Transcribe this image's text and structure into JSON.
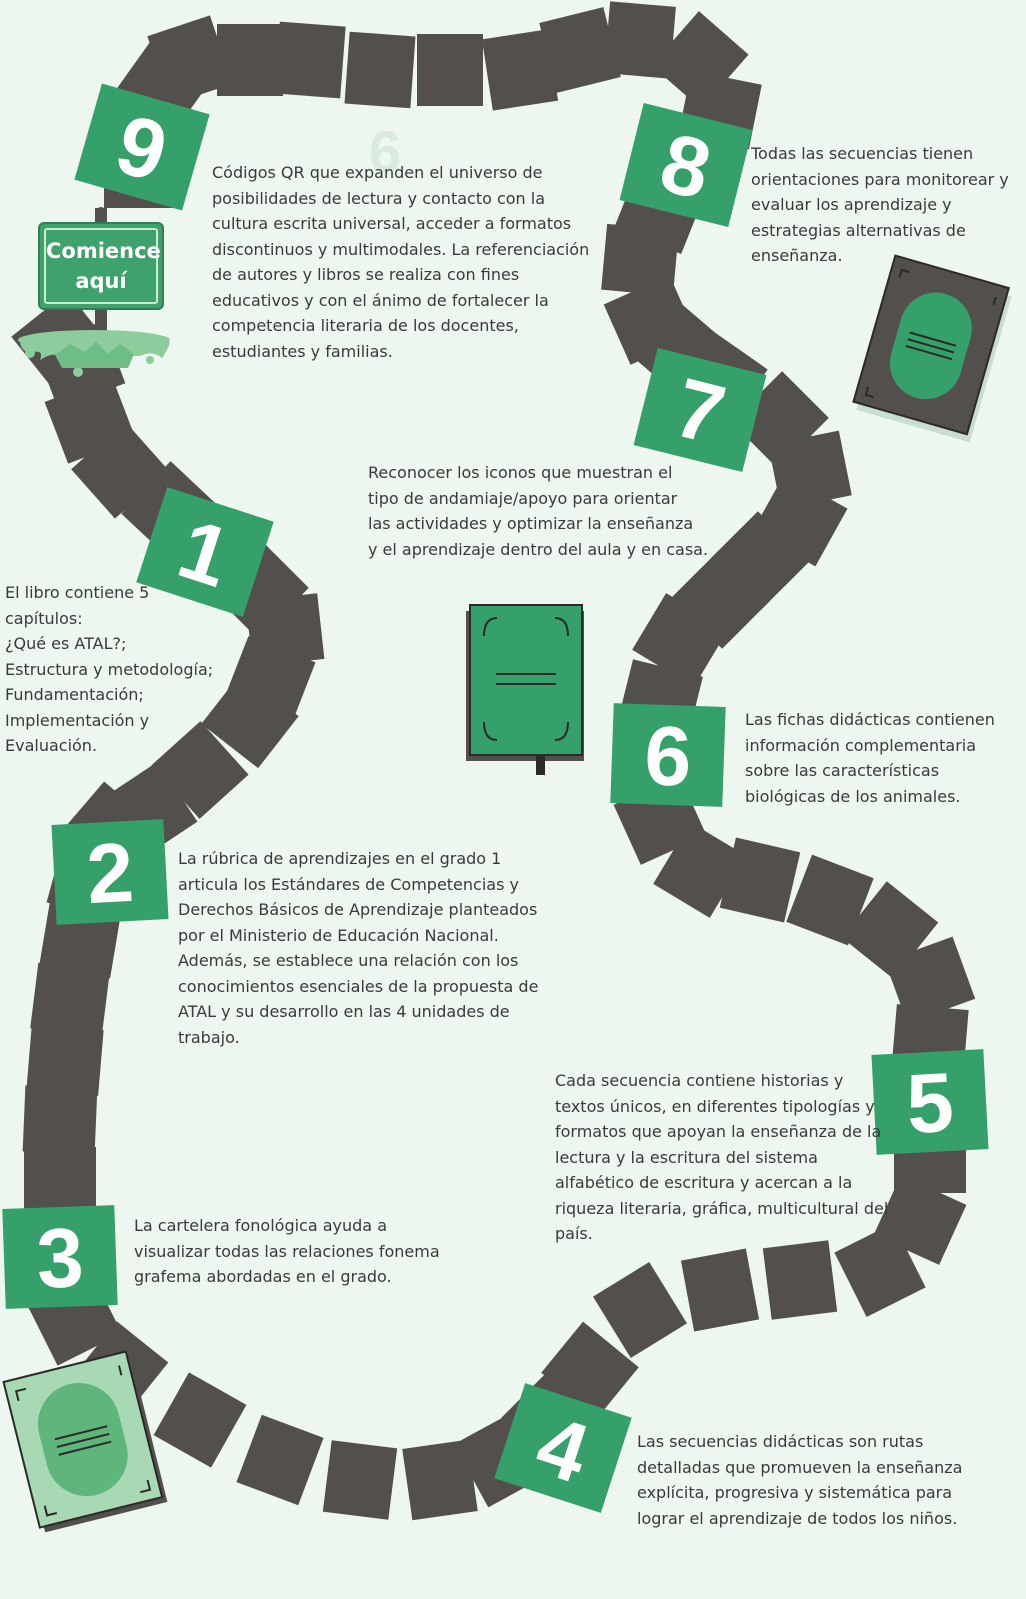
{
  "start_sign": {
    "line1": "Comience",
    "line2": "aquí"
  },
  "steps": [
    {
      "number": "1",
      "text": [
        "El libro contiene 5",
        "capítulos:",
        "¿Qué es ATAL?;",
        "Estructura y metodología;",
        "Fundamentación;",
        "Implementación y",
        "Evaluación."
      ]
    },
    {
      "number": "2",
      "text": [
        "La rúbrica de aprendizajes en el grado 1",
        "articula los Estándares de Competencias y",
        "Derechos Básicos de Aprendizaje planteados",
        "por el Ministerio de Educación Nacional.",
        "Además, se establece una relación con los",
        "conocimientos esenciales de la propuesta de",
        "ATAL y su desarrollo en las 4 unidades de",
        "trabajo."
      ]
    },
    {
      "number": "3",
      "text": [
        "La cartelera fonológica ayuda a",
        "visualizar todas las relaciones fonema",
        "grafema abordadas en el grado."
      ]
    },
    {
      "number": "4",
      "text": [
        "Las secuencias didácticas son rutas",
        "detalladas que promueven la enseñanza",
        "explícita, progresiva y sistemática para",
        "lograr el aprendizaje de todos los niños."
      ]
    },
    {
      "number": "5",
      "text": [
        "Cada secuencia contiene historias y",
        "textos únicos, en diferentes tipologías y",
        "formatos que apoyan la enseñanza de la",
        "lectura y la escritura del sistema",
        "alfabético de escritura y acercan a la",
        "riqueza literaria, gráfica, multicultural del",
        "país."
      ]
    },
    {
      "number": "6",
      "text": [
        "Las fichas didácticas contienen",
        "información complementaria",
        "sobre las características",
        "biológicas de los animales."
      ]
    },
    {
      "number": "7",
      "text": [
        "Reconocer los iconos que muestran el",
        "tipo de andamiaje/apoyo para orientar",
        "las actividades y optimizar la enseñanza",
        "y el aprendizaje dentro del aula y en casa."
      ]
    },
    {
      "number": "8",
      "text": [
        "Todas las secuencias tienen",
        "orientaciones para monitorear y",
        "evaluar los aprendizaje y",
        "estrategias alternativas de",
        "enseñanza."
      ]
    },
    {
      "number": "9",
      "text": [
        "Códigos QR que expanden el universo de",
        "posibilidades de lectura y contacto con la",
        "cultura escrita universal, acceder a formatos",
        "discontinuos y multimodales. La referenciación",
        "de autores y libros se realiza con fines",
        "educativos y con el ánimo de fortalecer la",
        "competencia literaria de los docentes,",
        "estudiantes y familias."
      ]
    }
  ],
  "colors": {
    "background": "#edf7ef",
    "path_tile": "#524f4c",
    "step_tile": "#36a06a",
    "text": "#3a3a3a",
    "book_light": "#8dcc9d"
  }
}
